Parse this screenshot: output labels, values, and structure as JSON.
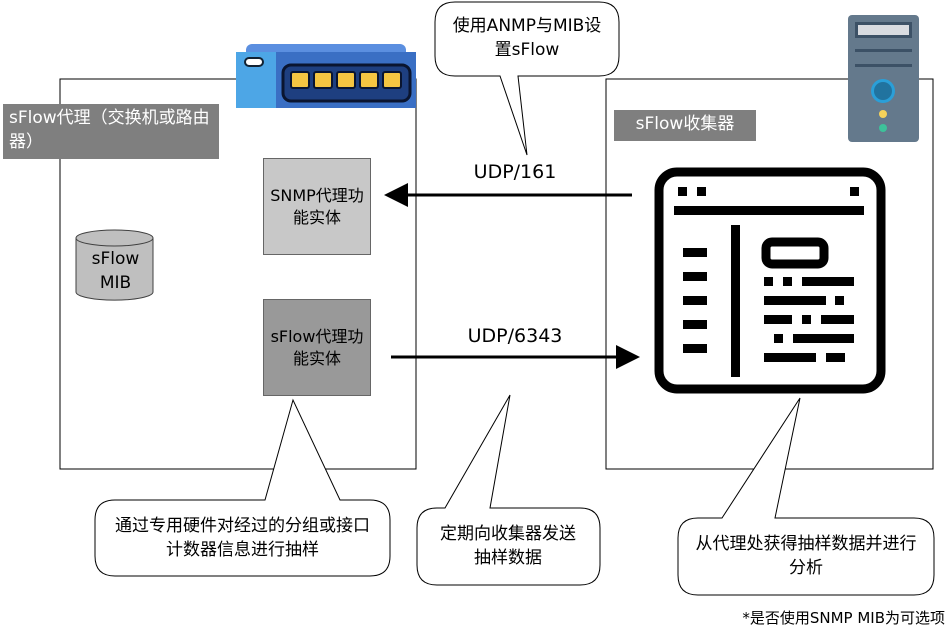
{
  "agent": {
    "label": "sFlow代理（交换机或路由器）",
    "mib": "sFlow MIB",
    "snmp_entity": "SNMP代理功能实体",
    "sflow_entity": "sFlow代理功能实体"
  },
  "collector": {
    "label": "sFlow收集器"
  },
  "arrows": {
    "snmp": "UDP/161",
    "sflow": "UDP/6343"
  },
  "callouts": {
    "top": "使用ANMP与MIB设置sFlow",
    "hardware": "通过专用硬件对经过的分组或接口计数器信息进行抽样",
    "send": "定期向收集器发送抽样数据",
    "collect": "从代理处获得抽样数据并进行分析"
  },
  "footnote": "*是否使用SNMP MIB为可选项",
  "colors": {
    "label_bg": "#7f7f7f",
    "switch_blue": "#3a6fc4",
    "server": "#64798c"
  }
}
